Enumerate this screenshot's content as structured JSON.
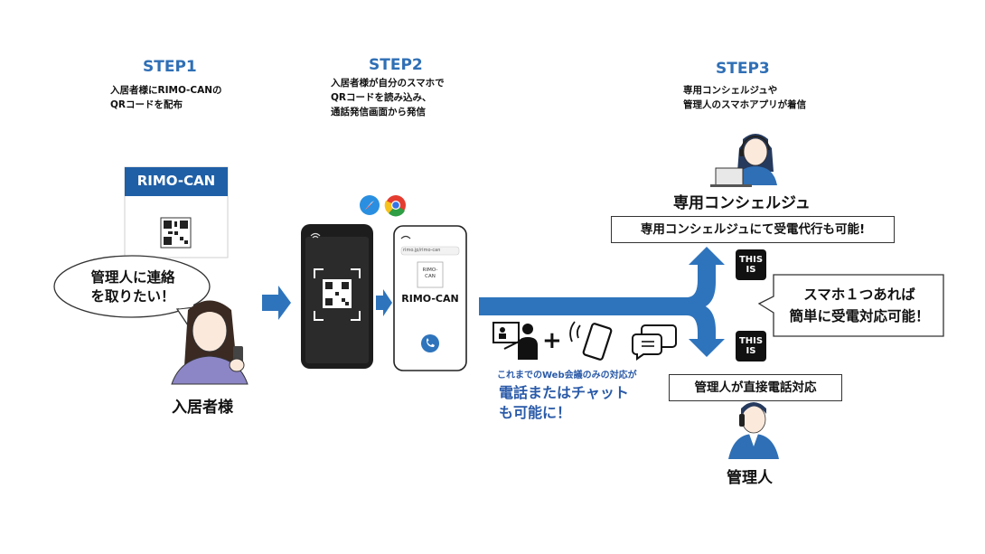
{
  "steps": [
    {
      "title": "STEP1",
      "desc": [
        "入居者様にRIMO-CANの",
        "QRコードを配布"
      ]
    },
    {
      "title": "STEP2",
      "desc": [
        "入居者様が自分のスマホで",
        "QRコードを読み込み、",
        "通話発信画面から発信"
      ]
    },
    {
      "title": "STEP3",
      "desc": [
        "専用コンシェルジュや",
        "管理人のスマホアプリが着信"
      ]
    }
  ],
  "poster": {
    "brand": "RIMO-CAN"
  },
  "resident": {
    "speech": [
      "管理人に連絡",
      "を取りたい！"
    ],
    "label": "入居者様"
  },
  "phone2": {
    "url": "rimo.jp/rimo-can",
    "logo": [
      "RIMO-",
      "CAN"
    ],
    "app_name": "RIMO-CAN"
  },
  "concierge": {
    "label": "専用コンシェルジュ",
    "note": "専用コンシェルジュにて受電代行も可能!"
  },
  "manager": {
    "label": "管理人",
    "note": "管理人が直接電話対応"
  },
  "badge": {
    "line1": "THIS",
    "line2": "IS"
  },
  "callout": [
    "スマホ１つあれば",
    "簡単に受電対応可能！"
  ],
  "features": {
    "plus": "+",
    "line1": "これまでのWeb会議のみの対応が",
    "line2": "電話またはチャット",
    "line3": "も可能に！"
  },
  "colors": {
    "accent": "#2f6fb5",
    "arrow": "#2e74bc",
    "dark": "#1a1a1a"
  }
}
